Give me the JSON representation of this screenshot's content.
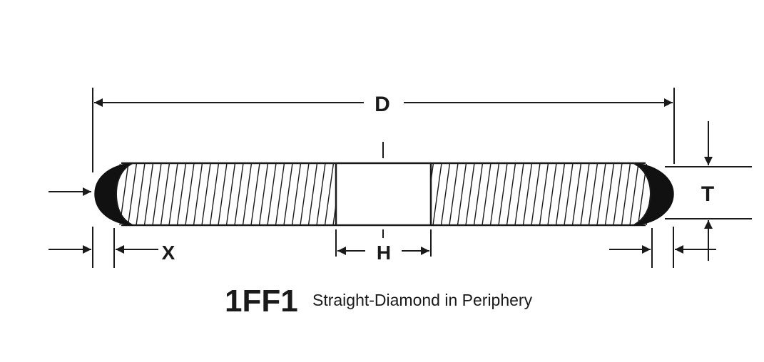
{
  "labels": {
    "diameter": "D",
    "thickness": "T",
    "hole": "H",
    "abrasive_depth": "X"
  },
  "caption": {
    "code": "1FF1",
    "description": "Straight-Diamond in Periphery"
  },
  "colors": {
    "ink": "#1a1a1a",
    "background": "#ffffff"
  }
}
